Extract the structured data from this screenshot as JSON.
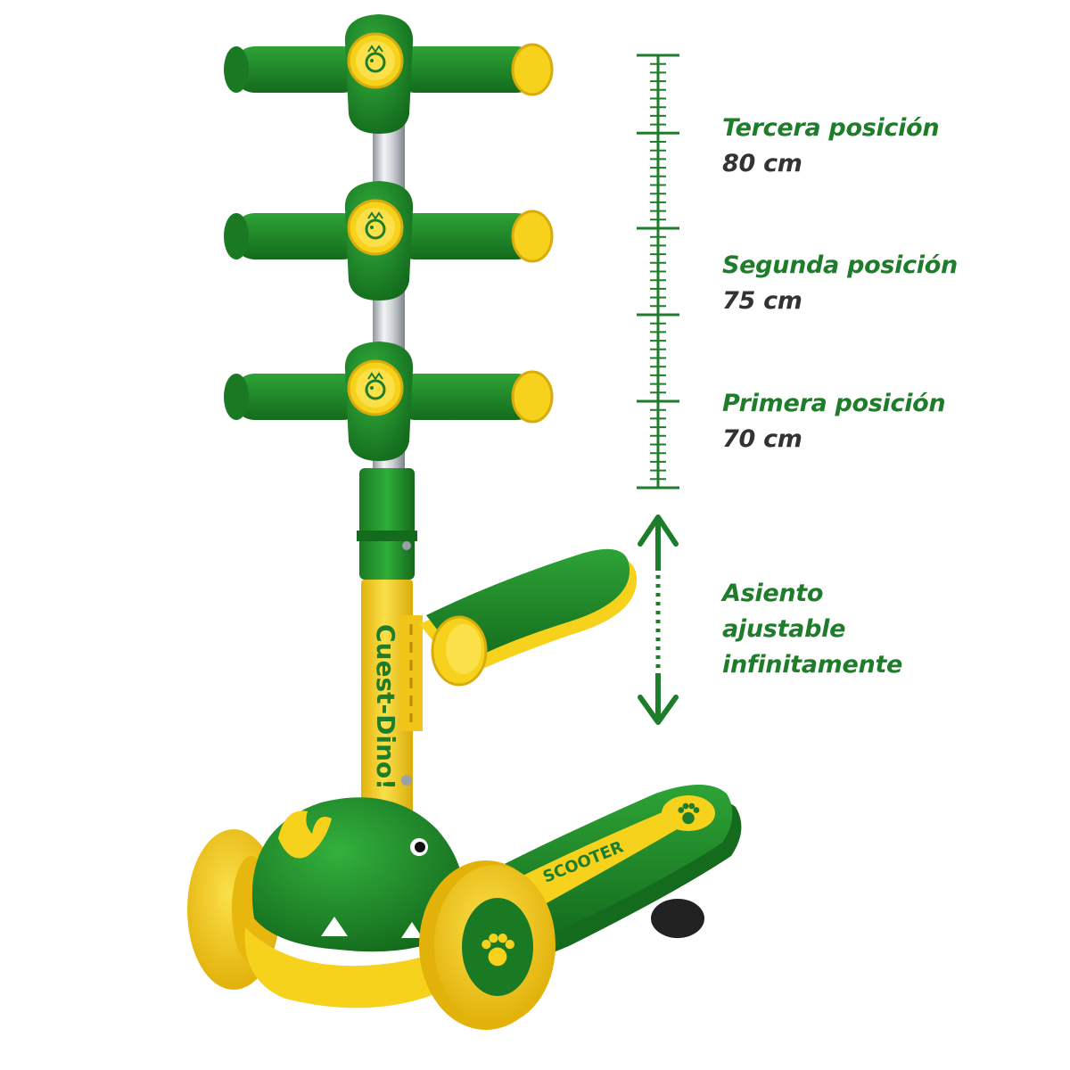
{
  "image": {
    "subject": "kids three-wheel scooter with adjustable handlebar and seat",
    "colors": {
      "body_green": "#1f8a2a",
      "body_green_dark": "#146b1d",
      "accent_yellow": "#f6d21d",
      "accent_yellow_dark": "#d9ac0b",
      "text_green": "#1e7d2a",
      "text_gray": "#333333",
      "pole_silver": "#c9ccd0"
    }
  },
  "brand": {
    "stem_logo": "Cuest-Dino!",
    "deck_logo": "SCOOTER"
  },
  "height_positions": [
    {
      "title": "Tercera posición",
      "value": "80 cm"
    },
    {
      "title": "Segunda posición",
      "value": "75 cm"
    },
    {
      "title": "Primera posición",
      "value": "70 cm"
    }
  ],
  "seat": {
    "line1": "Asiento",
    "line2": "ajustable",
    "line3": "infinitamente"
  },
  "icons": [
    "ruler-icon",
    "double-arrow-icon",
    "paw-icon"
  ]
}
